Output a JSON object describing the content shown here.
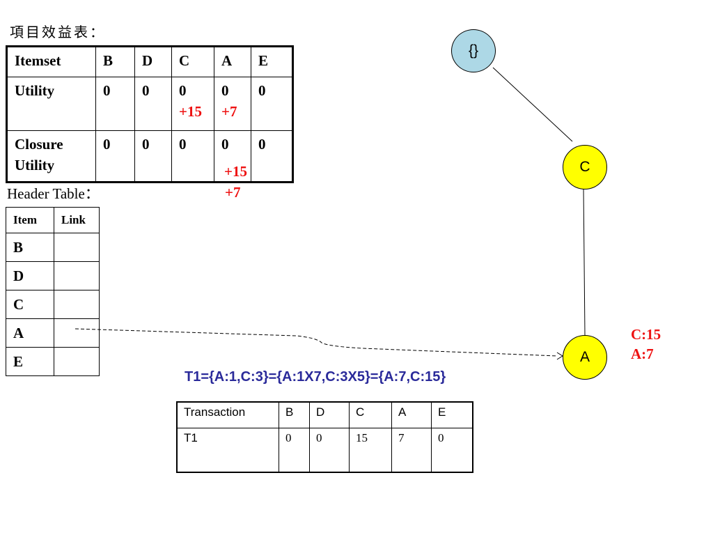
{
  "title": "項目效益表：",
  "utility_table": {
    "headers": [
      "Itemset",
      "B",
      "D",
      "C",
      "A",
      "E"
    ],
    "rows": [
      {
        "label": "Utility",
        "values": [
          "0",
          "0",
          "0",
          "0",
          "0"
        ],
        "additions": [
          "",
          "",
          "+15",
          "+7",
          ""
        ]
      },
      {
        "label_line1": "Closure",
        "label_line2": "Utility",
        "values": [
          "0",
          "0",
          "0",
          "0",
          "0"
        ],
        "addition_a_1": "+15",
        "addition_a_2": "+7"
      }
    ]
  },
  "header_table": {
    "label": "Header Table：",
    "headers": [
      "Item",
      "Link"
    ],
    "items": [
      "B",
      "D",
      "C",
      "A",
      "E"
    ]
  },
  "tree": {
    "root": "{}",
    "node_c": "C",
    "node_a": "A",
    "colors": {
      "root": "#add8e6",
      "node": "#ffff00"
    }
  },
  "node_annotation": {
    "line1": "C:15",
    "line2": "A:7"
  },
  "t1_formula": "T1={A:1,C:3}={A:1X7,C:3X5}={A:7,C:15}",
  "transaction_table": {
    "headers": [
      "Transaction",
      "B",
      "D",
      "C",
      "A",
      "E"
    ],
    "row": [
      "T1",
      "0",
      "0",
      "15",
      "7",
      "0"
    ]
  }
}
